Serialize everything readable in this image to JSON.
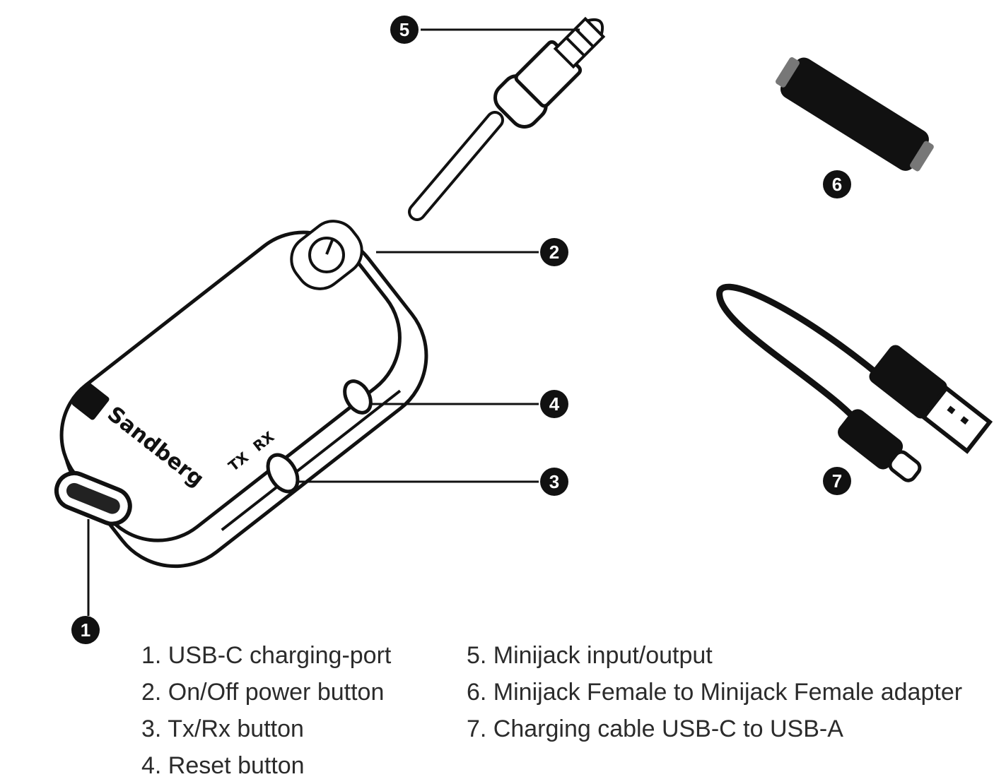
{
  "device": {
    "brand": "Sandberg",
    "tx_label": "TX",
    "rx_label": "RX"
  },
  "callouts": [
    "1",
    "2",
    "3",
    "4",
    "5",
    "6",
    "7"
  ],
  "legend": {
    "left": [
      "1. USB-C charging-port",
      "2. On/Off power button",
      "3. Tx/Rx button",
      "4. Reset button"
    ],
    "right": [
      "5. Minijack input/output",
      "6. Minijack Female to Minijack Female adapter",
      "7. Charging cable USB-C to USB-A"
    ]
  }
}
